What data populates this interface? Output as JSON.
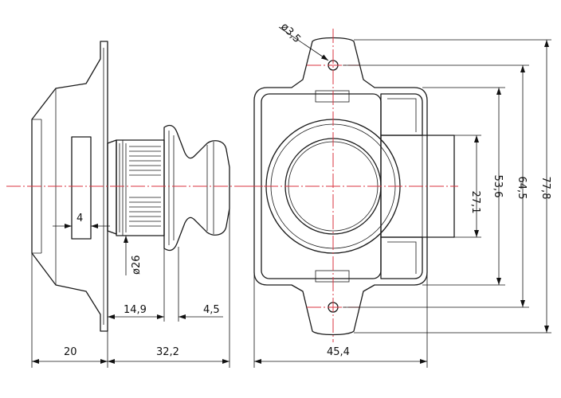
{
  "dimensions": {
    "hole_diameter": "ø3,5",
    "knob_diameter": "ø26",
    "slot_width": "4",
    "body_depth": "14,9",
    "knob_depth": "4,5",
    "flange_depth": "20",
    "extension_depth": "32,2",
    "overall_width": "45,4",
    "inner_height": "27,1",
    "frame_height": "53,6",
    "hole_spacing": "64,5",
    "overall_height": "77,8"
  },
  "colors": {
    "line": "#1a1a1a",
    "centerline": "#d9333f",
    "background": "#ffffff"
  }
}
